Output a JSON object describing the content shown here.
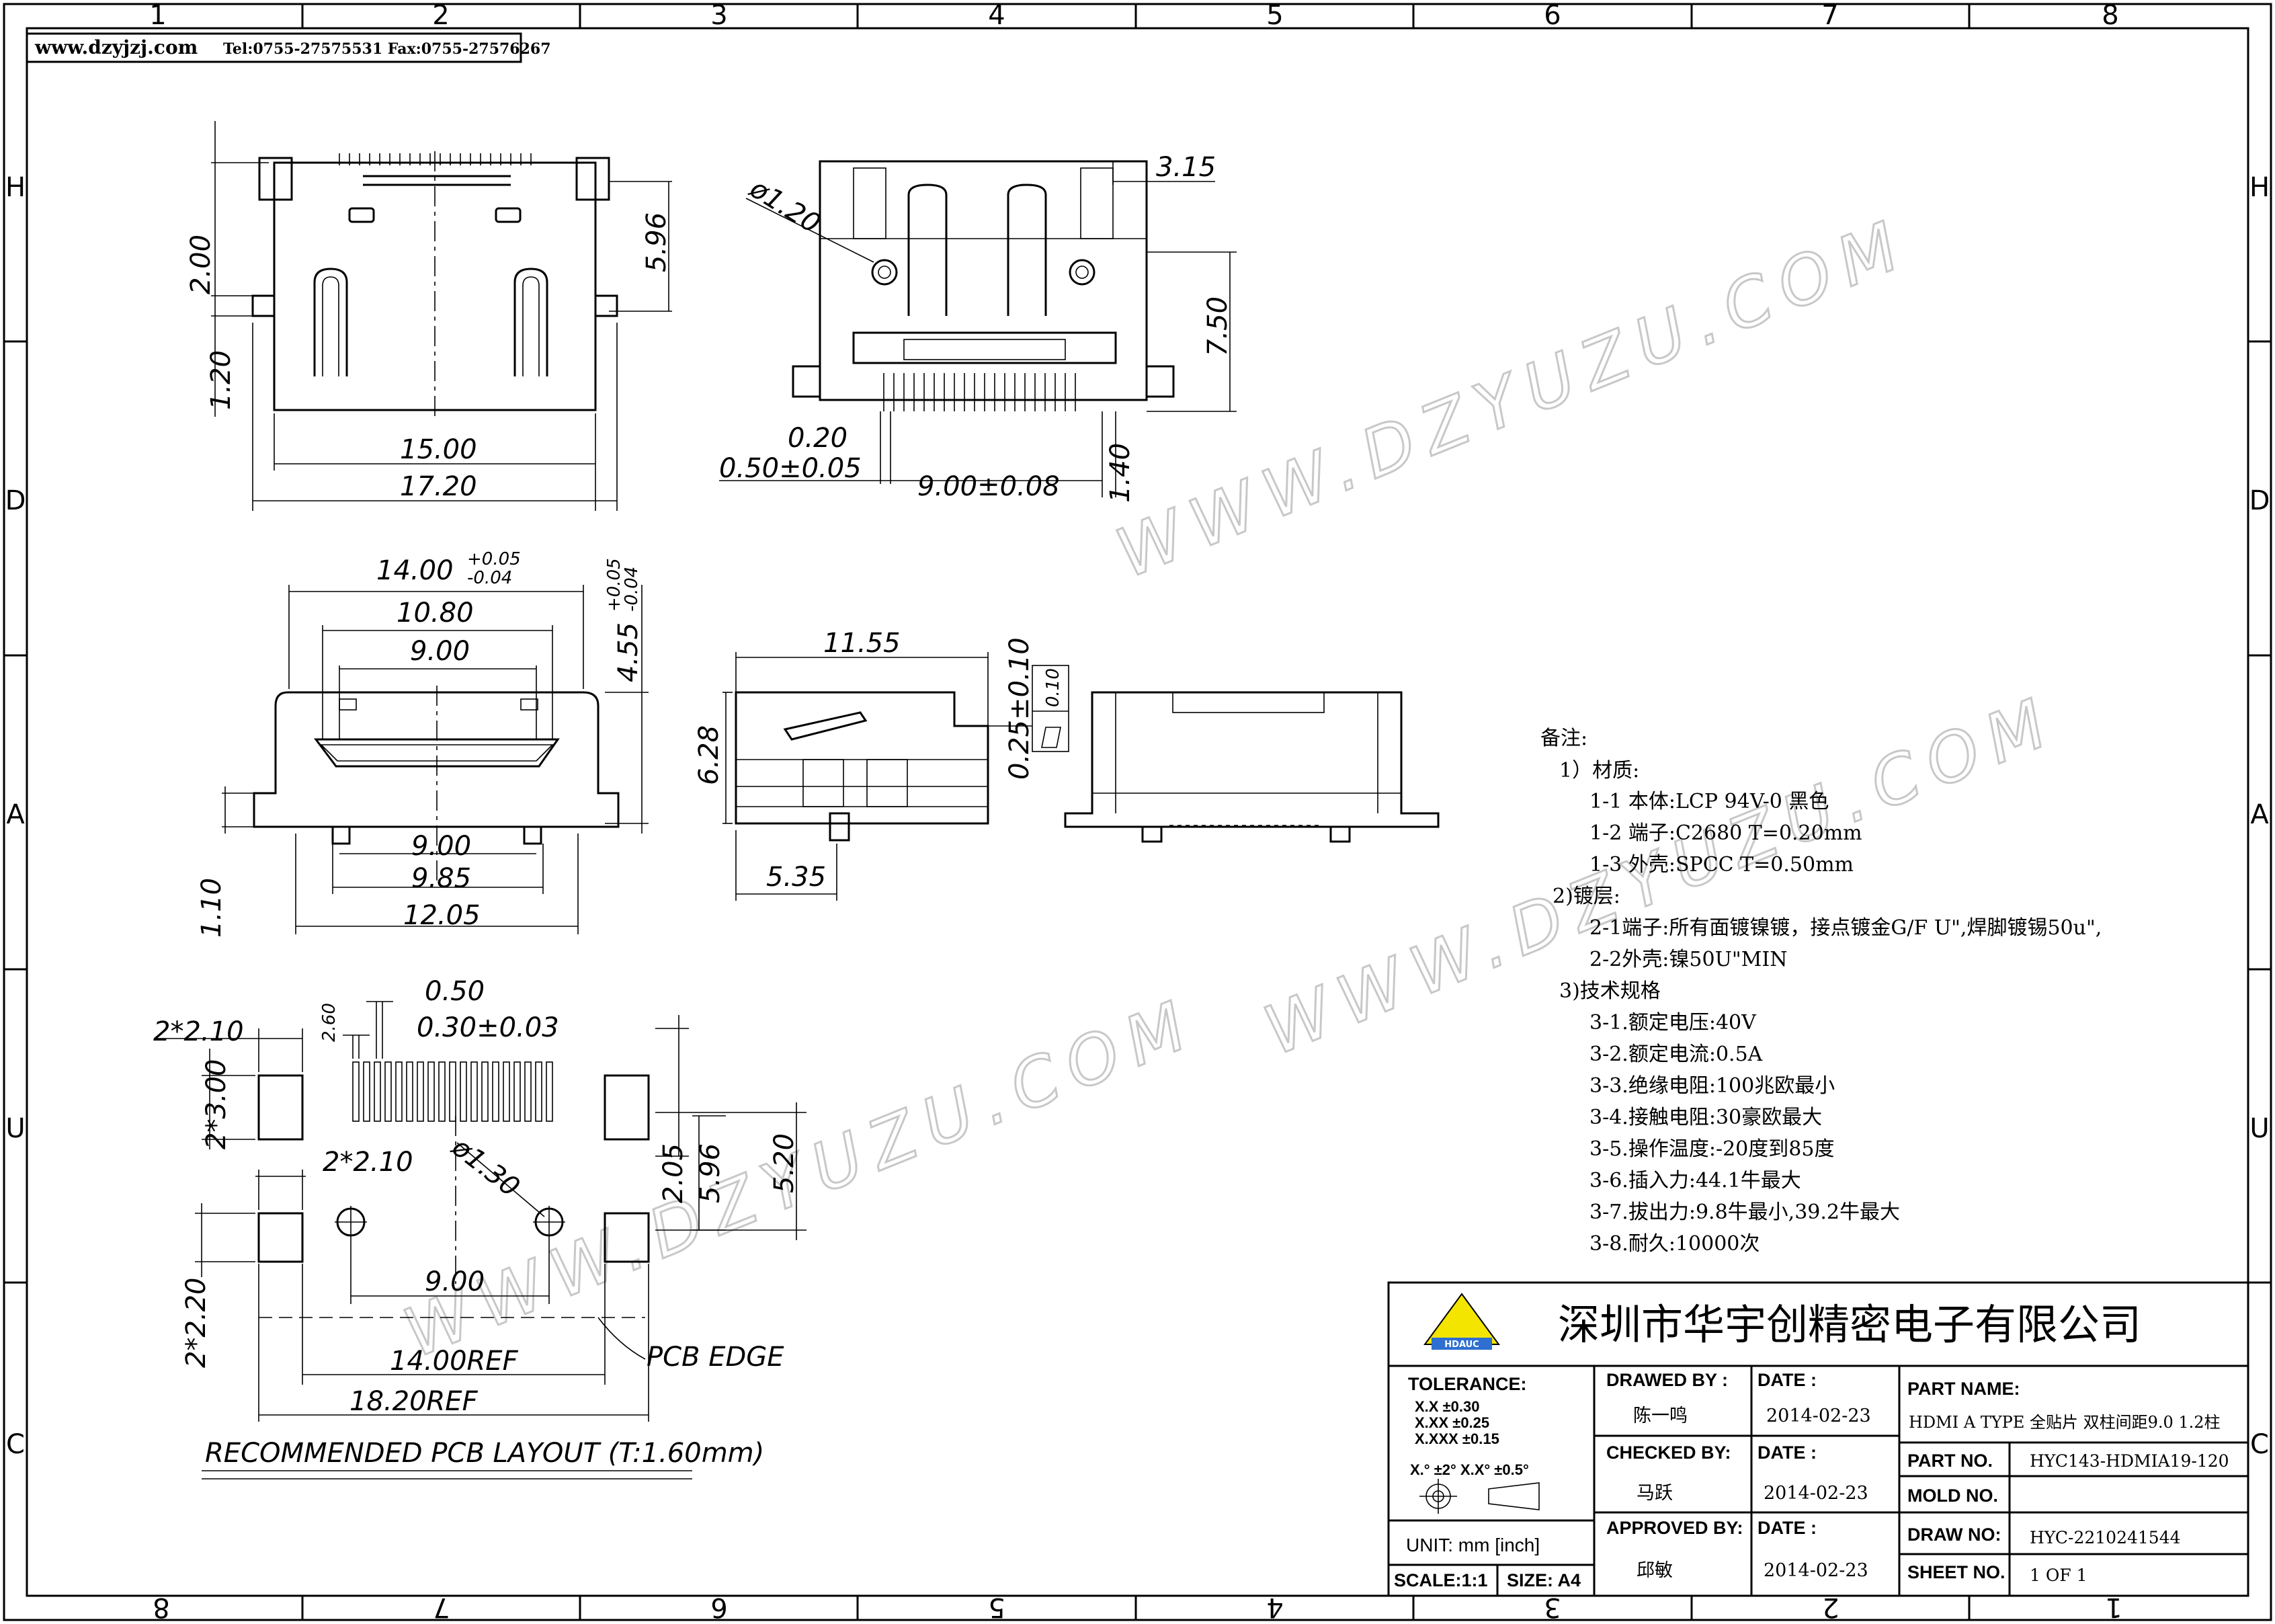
{
  "header": {
    "website": "www.dzyjzj.com",
    "contact": "Tel:0755-27575531  Fax:0755-27576267"
  },
  "grid": {
    "top_numbers": [
      "1",
      "2",
      "3",
      "4",
      "5",
      "6",
      "7",
      "8"
    ],
    "side_letters": [
      "H",
      "D",
      "A",
      "U",
      "C"
    ]
  },
  "watermark": "WWW.DZYUZU.COM",
  "dimensions": {
    "top_view": [
      "2.00",
      "1.20",
      "5.96",
      "15.00",
      "17.20"
    ],
    "side_view": [
      "ø1.20",
      "3.15",
      "7.50",
      "0.20",
      "0.50±0.05",
      "9.00±0.08",
      "1.40"
    ],
    "front_view": [
      "14.00",
      "+0.05",
      "-0.04",
      "10.80",
      "9.00",
      "4.55",
      "+0.05",
      "-0.04",
      "1.10",
      "9.00",
      "9.85",
      "12.05"
    ],
    "profile_view": [
      "11.55",
      "6.28",
      "5.35",
      "0.25±0.10",
      "0.10"
    ],
    "pcb": [
      "2*2.10",
      "2*3.00",
      "0.50",
      "0.30±0.03",
      "2.60",
      "ø1.30",
      "2*2.10",
      "2.05",
      "5.96",
      "5.20",
      "2*2.20",
      "9.00",
      "14.00REF",
      "18.20REF",
      "PCB EDGE"
    ]
  },
  "pcb_caption": "RECOMMENDED  PCB LAYOUT (T:1.60mm)",
  "notes": {
    "title": "备注:",
    "lines": [
      "1）材质:",
      "1-1 本体:LCP 94V-0 黑色",
      "1-2 端子:C2680 T=0.20mm",
      "1-3 外壳:SPCC T=0.50mm",
      "2)镀层:",
      "2-1端子:所有面镀镍镀，接点镀金G/F U\",焊脚镀锡50u\",",
      "2-2外壳:镍50U\"MIN",
      "3)技术规格",
      "3-1.额定电压:40V",
      "3-2.额定电流:0.5A",
      "3-3.绝缘电阻:100兆欧最小",
      "3-4.接触电阻:30豪欧最大",
      "3-5.操作温度:-20度到85度",
      "3-6.插入力:44.1牛最大",
      "3-7.拔出力:9.8牛最小,39.2牛最大",
      "3-8.耐久:10000次"
    ]
  },
  "title_block": {
    "company": "深圳市华宇创精密电子有限公司",
    "logo_text": "HDAUC",
    "tolerance_label": "TOLERANCE:",
    "tolerances": [
      "X.X    ±0.30",
      "X.XX   ±0.25",
      "X.XXX  ±0.15"
    ],
    "angles": "X.°  ±2°     X.X°  ±0.5°",
    "unit": "UNIT:  mm  [inch]",
    "scale": "SCALE:1:1",
    "size": "SIZE:  A4",
    "drawed_by_label": "DRAWED BY :",
    "drawed_by": "陈一鸣",
    "checked_by_label": "CHECKED BY:",
    "checked_by": "马跃",
    "approved_by_label": "APPROVED BY:",
    "approved_by": "邱敏",
    "date_label": "DATE :",
    "dates": [
      "2014-02-23",
      "2014-02-23",
      "2014-02-23"
    ],
    "part_name_label": "PART NAME:",
    "part_name": "HDMI A TYPE 全贴片 双柱间距9.0 1.2柱",
    "part_no_label": "PART NO.",
    "part_no": "HYC143-HDMIA19-120",
    "mold_no_label": "MOLD NO.",
    "mold_no": "",
    "draw_no_label": "DRAW NO:",
    "draw_no": "HYC-2210241544",
    "sheet_no_label": "SHEET NO.",
    "sheet_no": "1 OF 1"
  }
}
